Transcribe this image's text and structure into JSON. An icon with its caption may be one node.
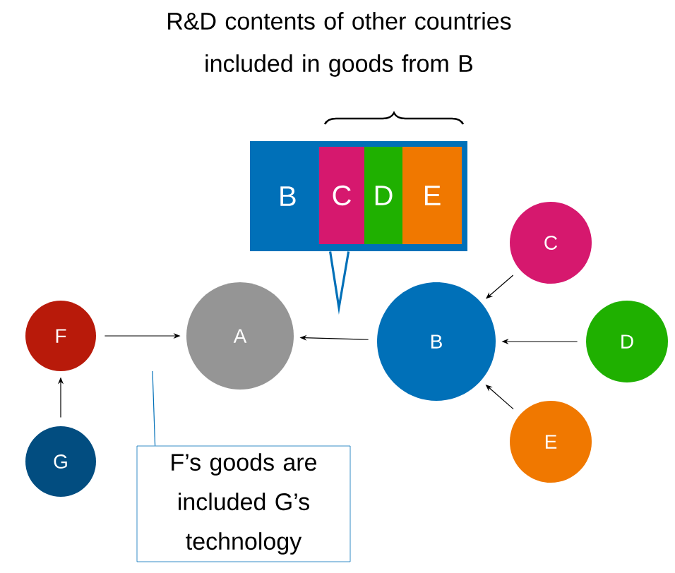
{
  "diagram": {
    "title": "R&D contents of other countries included in goods from B",
    "nodes": [
      {
        "text": [
          "B"
        ]
      },
      {
        "text": [
          "C"
        ],
        "in": 0
      },
      {
        "text": [
          "D"
        ],
        "in": 0
      },
      {
        "text": [
          "E"
        ],
        "in": 0
      },
      {
        "text": [
          "A"
        ]
      },
      {
        "text": [
          "B"
        ]
      },
      {
        "text": [
          "C"
        ]
      },
      {
        "text": [
          "D"
        ]
      },
      {
        "text": [
          "E"
        ]
      },
      {
        "text": [
          "F"
        ]
      },
      {
        "text": [
          "G"
        ]
      },
      {
        "text": [
          "F’s goods are included G’s technology"
        ]
      }
    ],
    "edges": [
      {
        "from": 0,
        "to": 5,
        "arrow": "none",
        "color": "#0070b8"
      },
      {
        "from": 9,
        "to": 4,
        "arrow": "to"
      },
      {
        "from": 5,
        "to": 4,
        "arrow": "to"
      },
      {
        "from": 6,
        "to": 5,
        "arrow": "to"
      },
      {
        "from": 7,
        "to": 5,
        "arrow": "to"
      },
      {
        "from": 8,
        "to": 5,
        "arrow": "to"
      },
      {
        "from": 10,
        "to": 9,
        "arrow": "to"
      },
      {
        "from": 11,
        "to": null,
        "arrow": "none",
        "color": "#0070b8"
      }
    ]
  }
}
